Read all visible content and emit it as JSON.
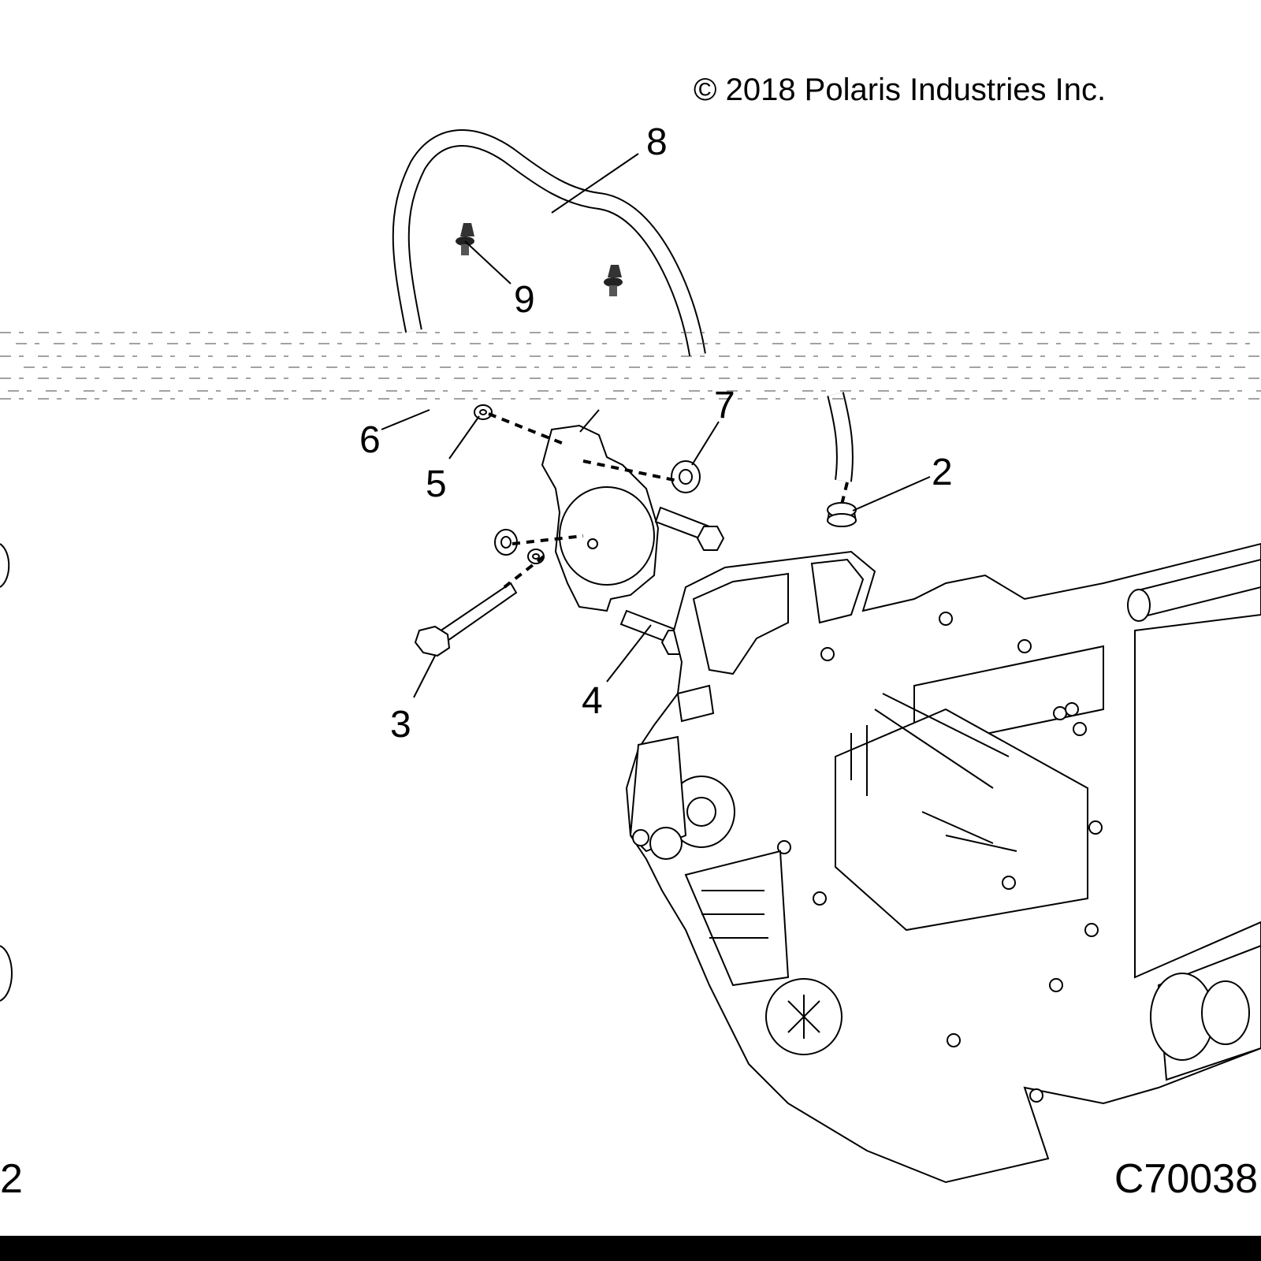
{
  "copyright": "© 2018 Polaris Industries Inc.",
  "figure_id": "C70038",
  "page_fragment": "2",
  "callouts": [
    {
      "id": "c2",
      "label": "2"
    },
    {
      "id": "c3",
      "label": "3"
    },
    {
      "id": "c4",
      "label": "4"
    },
    {
      "id": "c5",
      "label": "5"
    },
    {
      "id": "c6",
      "label": "6"
    },
    {
      "id": "c7",
      "label": "7"
    },
    {
      "id": "c8",
      "label": "8"
    },
    {
      "id": "c9",
      "label": "9"
    }
  ],
  "parts": [
    {
      "name": "vent-hose"
    },
    {
      "name": "hose-clamp"
    },
    {
      "name": "long-bolt"
    },
    {
      "name": "short-bolt"
    },
    {
      "name": "washer"
    },
    {
      "name": "sensor"
    },
    {
      "name": "grommet"
    },
    {
      "name": "push-rivet"
    },
    {
      "name": "transmission-housing"
    }
  ]
}
